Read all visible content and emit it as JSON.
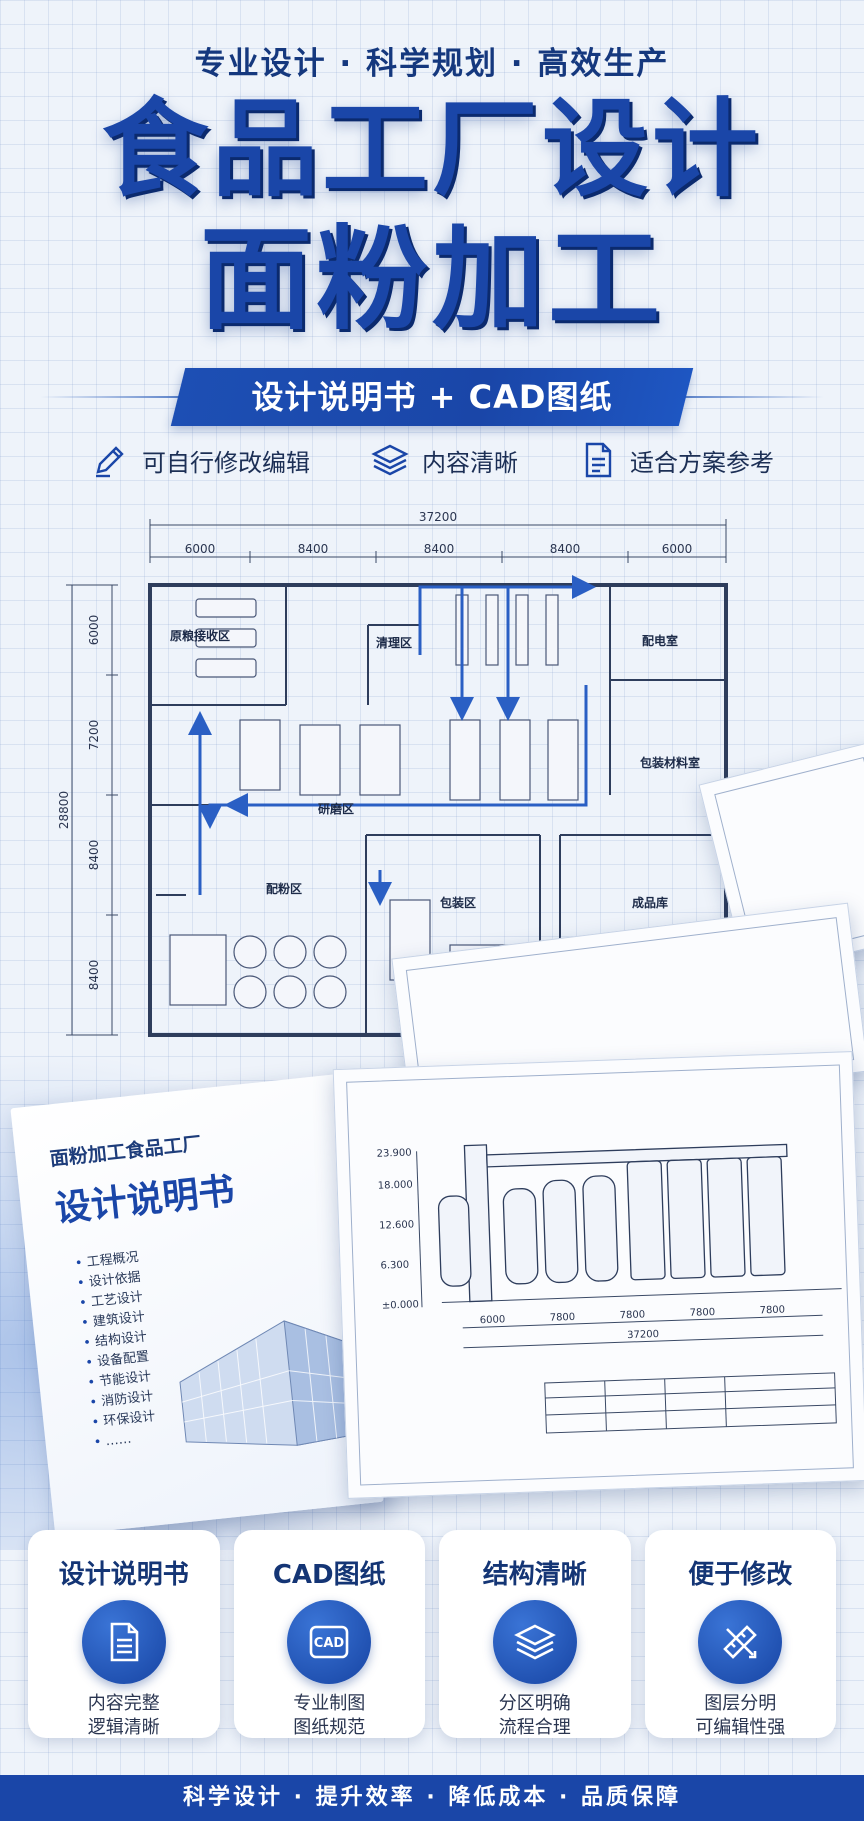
{
  "header": {
    "tagline": "专业设计 · 科学规划 · 高效生产",
    "title_line1": "食品工厂设计",
    "title_line2": "面粉加工",
    "ribbon": "设计说明书 + CAD图纸"
  },
  "features": [
    {
      "icon": "edit-pen-icon",
      "label": "可自行修改编辑"
    },
    {
      "icon": "layers-icon",
      "label": "内容清晰"
    },
    {
      "icon": "document-icon",
      "label": "适合方案参考"
    }
  ],
  "floor_plan": {
    "total_width": "37200",
    "top_dims": [
      "6000",
      "8400",
      "8400",
      "8400",
      "6000"
    ],
    "total_height": "28800",
    "left_dims": [
      "6000",
      "7200",
      "8400",
      "8400"
    ],
    "rooms": {
      "raw_grain": "原粮接收区",
      "cleaning": "清理区",
      "power_room": "配电室",
      "packing_room": "包装材料室",
      "milling": "研磨区",
      "blending": "配粉区",
      "packing": "包装区",
      "finished": "成品库"
    }
  },
  "booklet": {
    "subtitle": "面粉加工食品工厂",
    "title": "设计说明书",
    "items": [
      "工程概况",
      "设计依据",
      "工艺设计",
      "建筑设计",
      "结构设计",
      "设备配置",
      "节能设计",
      "消防设计",
      "环保设计",
      "……"
    ]
  },
  "elevation": {
    "levels": [
      "23.900",
      "18.000",
      "12.600",
      "6.300",
      "±0.000"
    ],
    "dims": [
      "6000",
      "7800",
      "7800",
      "7800",
      "7800"
    ],
    "total": "37200"
  },
  "cards": [
    {
      "title": "设计说明书",
      "icon": "document-icon",
      "desc1": "内容完整",
      "desc2": "逻辑清晰"
    },
    {
      "title": "CAD图纸",
      "icon": "cad-icon",
      "icon_text": "CAD",
      "desc1": "专业制图",
      "desc2": "图纸规范"
    },
    {
      "title": "结构清晰",
      "icon": "layers-icon",
      "desc1": "分区明确",
      "desc2": "流程合理"
    },
    {
      "title": "便于修改",
      "icon": "ruler-pencil-icon",
      "desc1": "图层分明",
      "desc2": "可编辑性强"
    }
  ],
  "footer": "科学设计 · 提升效率 · 降低成本 · 品质保障",
  "colors": {
    "primary": "#1a46a8",
    "dark": "#143575",
    "bg": "#eef3fa"
  }
}
